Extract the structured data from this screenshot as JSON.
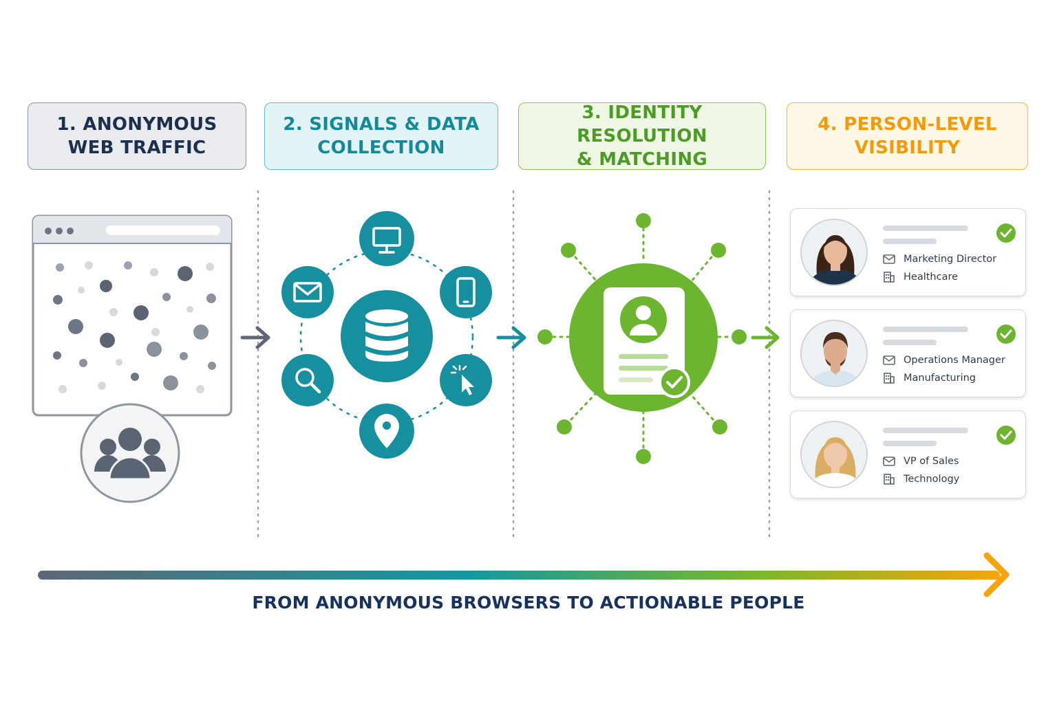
{
  "stages": [
    {
      "label": "1. ANONYMOUS\nWEB TRAFFIC",
      "color": "#1c2f4c"
    },
    {
      "label": "2. SIGNALS & DATA\nCOLLECTION",
      "color": "#15899a"
    },
    {
      "label": "3. IDENTITY RESOLUTION\n& MATCHING",
      "color": "#4c9b22"
    },
    {
      "label": "4. PERSON-LEVEL\nVISIBILITY",
      "color": "#f29a0c"
    }
  ],
  "signal_icons": [
    "monitor-icon",
    "mobile-icon",
    "click-icon",
    "location-icon",
    "search-icon",
    "mail-icon",
    "database-icon"
  ],
  "profiles": [
    {
      "title": "Marketing Director",
      "industry": "Healthcare"
    },
    {
      "title": "Operations Manager",
      "industry": "Manufacturing"
    },
    {
      "title": "VP of Sales",
      "industry": "Technology"
    }
  ],
  "colors": {
    "slate": "#5d6776",
    "teal": "#168f9f",
    "green": "#6cb52f",
    "orange": "#f5a40d",
    "navy": "#17325f"
  },
  "footer": {
    "caption": "FROM ANONYMOUS BROWSERS TO ACTIONABLE PEOPLE"
  }
}
